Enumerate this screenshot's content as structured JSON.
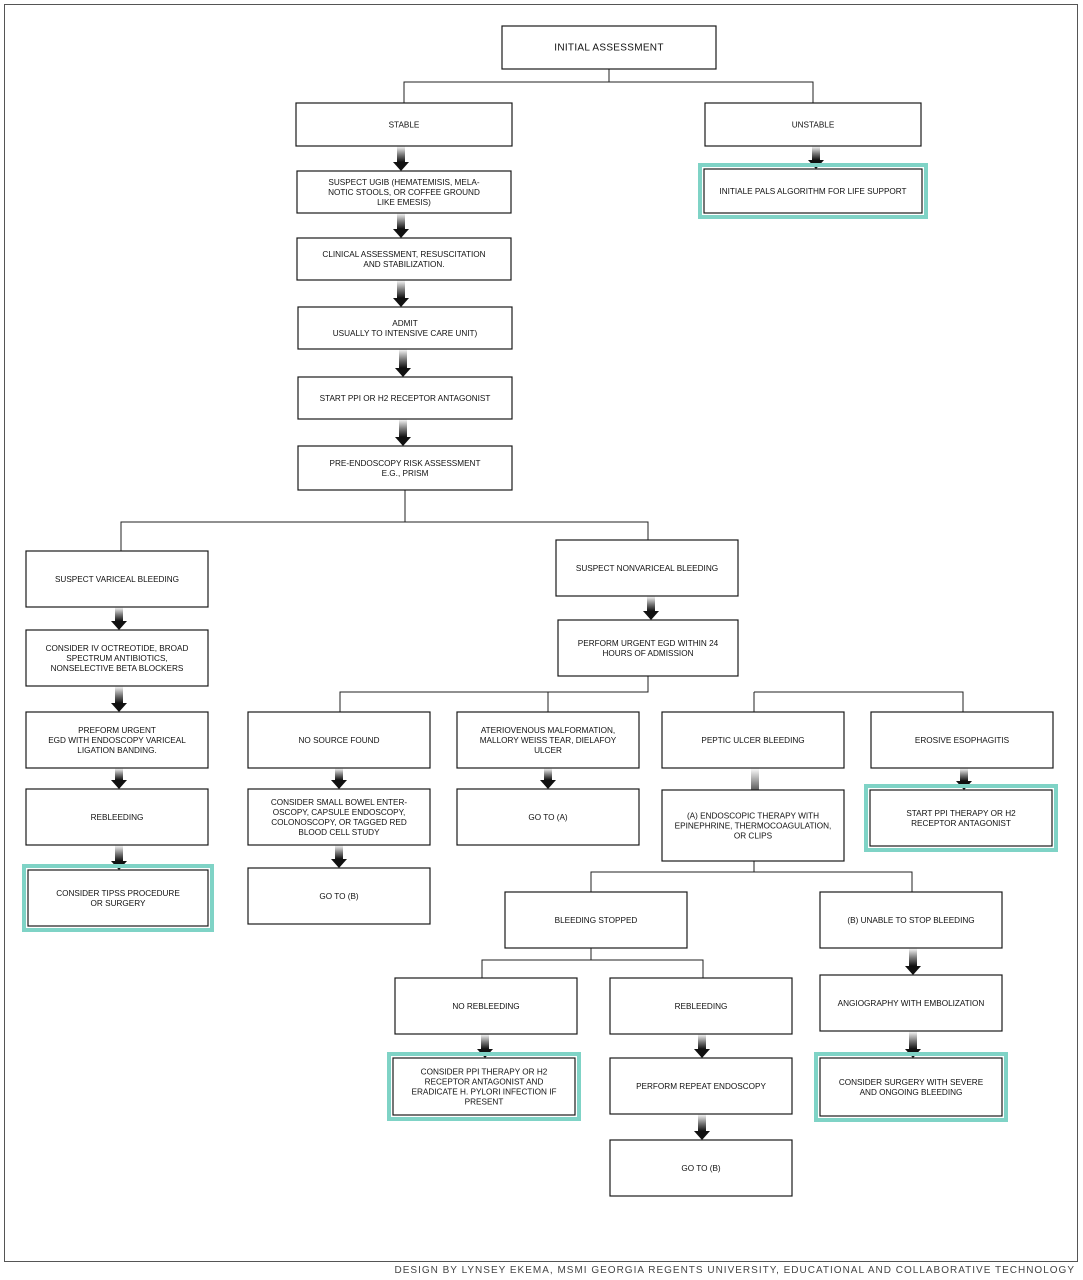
{
  "nodes": {
    "initial": [
      "INITIAL  ASSESSMENT"
    ],
    "stable": [
      "STABLE"
    ],
    "unstable": [
      "UNSTABLE"
    ],
    "pals": [
      "INITIALE PALS ALGORITHM FOR LIFE SUPPORT"
    ],
    "suspect_ugib": [
      "SUSPECT UGIB (HEMATEMISIS, MELA-",
      "NOTIC STOOLS, OR COFFEE GROUND",
      "LIKE EMESIS)"
    ],
    "clinical": [
      "CLINICAL ASSESSMENT, RESUSCITATION",
      "AND STABILIZATION."
    ],
    "admit": [
      "ADMIT",
      "USUALLY TO INTENSIVE CARE UNIT)"
    ],
    "start_ppi": [
      "START PPI OR H2 RECEPTOR ANTAGONIST"
    ],
    "pre_endo": [
      "PRE-ENDOSCOPY RISK ASSESSMENT",
      "E.G., PRISM"
    ],
    "variceal": [
      "SUSPECT VARICEAL BLEEDING"
    ],
    "octreotide": [
      "CONSIDER IV OCTREOTIDE, BROAD",
      "SPECTRUM  ANTIBIOTICS,",
      "NONSELECTIVE BETA BLOCKERS"
    ],
    "preform_egd": [
      "PREFORM URGENT",
      "EGD WITH ENDOSCOPY VARICEAL",
      "LIGATION BANDING."
    ],
    "rebleeding_left": [
      "REBLEEDING"
    ],
    "tipss": [
      "CONSIDER TIPSS PROCEDURE",
      "OR SURGERY"
    ],
    "nonvariceal": [
      "SUSPECT NONVARICEAL BLEEDING"
    ],
    "urgent_egd": [
      "PERFORM URGENT EGD WITHIN 24",
      "HOURS OF ADMISSION"
    ],
    "no_source": [
      "NO SOURCE FOUND"
    ],
    "small_bowel": [
      "CONSIDER SMALL BOWEL ENTER-",
      "OSCOPY, CAPSULE ENDOSCOPY,",
      "COLONOSCOPY, OR TAGGED RED",
      "BLOOD CELL STUDY"
    ],
    "goto_b_1": [
      "GO TO (B)"
    ],
    "avm": [
      "ATERIOVENOUS MALFORMATION,",
      "MALLORY WEISS TEAR, DIELAFOY",
      "ULCER"
    ],
    "goto_a": [
      "GO TO (A)"
    ],
    "peptic": [
      "PEPTIC ULCER BLEEDING"
    ],
    "endo_therapy": [
      "(A) ENDOSCOPIC THERAPY WITH",
      "EPINEPHRINE, THERMOCOAGULATION,",
      "OR CLIPS"
    ],
    "erosive": [
      "EROSIVE ESOPHAGITIS"
    ],
    "ppi_h2_right": [
      "START PPI THERAPY OR H2",
      "RECEPTOR ANTAGONIST"
    ],
    "bleeding_stopped": [
      "BLEEDING STOPPED"
    ],
    "unable_stop": [
      "(B) UNABLE TO STOP BLEEDING"
    ],
    "no_rebleeding": [
      "NO REBLEEDING"
    ],
    "rebleeding_mid": [
      "REBLEEDING"
    ],
    "angiography": [
      "ANGIOGRAPHY WITH EMBOLIZATION"
    ],
    "consider_ppi": [
      "CONSIDER PPI THERAPY OR H2",
      "RECEPTOR ANTAGONIST AND",
      "ERADICATE H. PYLORI INFECTION IF",
      "PRESENT"
    ],
    "repeat_endo": [
      "PERFORM REPEAT ENDOSCOPY"
    ],
    "surgery": [
      "CONSIDER SURGERY WITH SEVERE",
      "AND ONGOING BLEEDING"
    ],
    "goto_b_2": [
      "GO TO (B)"
    ]
  },
  "credit": "DESIGN BY LYNSEY EKEMA, MSMI GEORGIA REGENTS UNIVERSITY, EDUCATIONAL AND COLLABORATIVE TECHNOLOGY",
  "colors": {
    "highlight": "#7fd3c6",
    "border": "#1a1a1a"
  }
}
